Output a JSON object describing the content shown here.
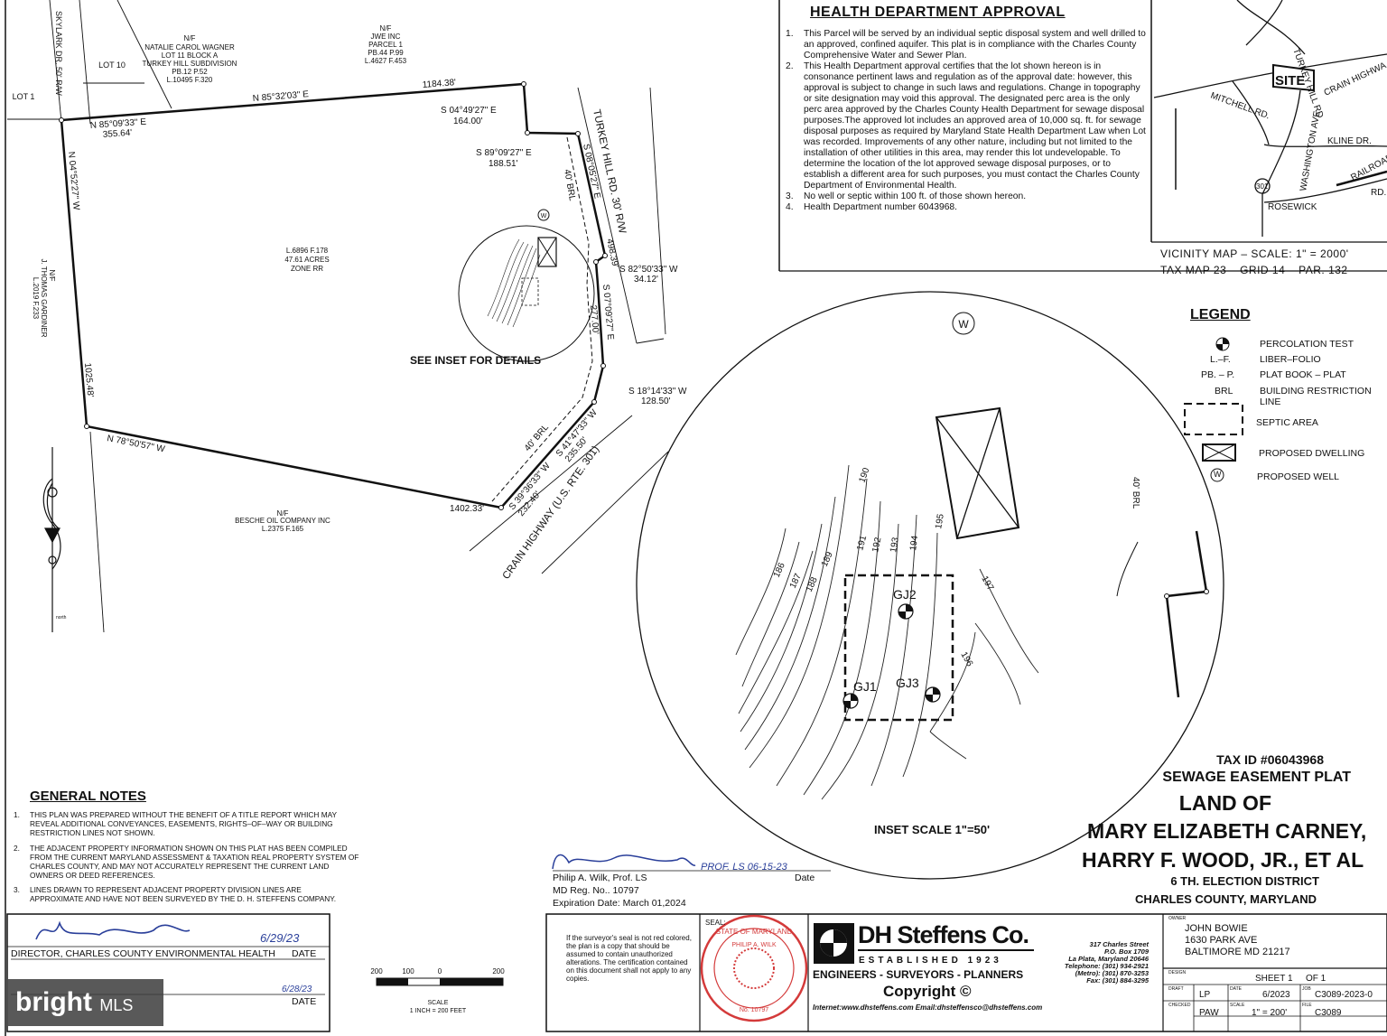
{
  "adjoiners": {
    "lot10": "LOT 10",
    "lot1": "LOT 1",
    "skylark": "SKYLARK DR. 50' R/W",
    "wagner": [
      "N/F",
      "NATALIE CAROL WAGNER",
      "LOT 11 BLOCK A",
      "TURKEY HILL SUBDIVISION",
      "PB.12 P.52",
      "L.10495 F.320"
    ],
    "jwe": [
      "N/F",
      "JWE INC",
      "PARCEL 1",
      "PB.44 P.99",
      "L.4627 F.453"
    ],
    "gardiner": [
      "N/F",
      "J. THOMAS GARDINER",
      "L.2019 F.233"
    ],
    "besche": [
      "N/F",
      "BESCHE OIL COMPANY INC",
      "L.2375 F.165"
    ],
    "parcel": [
      "L.6896 F.178",
      "47.61 ACRES",
      "ZONE RR"
    ]
  },
  "courses": {
    "north1": "N 85°32'03\" E",
    "north1_dist": "1184.38'",
    "north2": "N 85°09'33\" E",
    "north2_dist": "355.64'",
    "west": "N 04°52'27\" W",
    "west_dist": "1025.48'",
    "south": "N 78°50'57\" W",
    "south_dist": "1402.33'",
    "c1": "S 04°49'27\" E",
    "c1_dist": "164.00'",
    "c2": "S 89°09'27\" E",
    "c2_dist": "188.51'",
    "c3": "S 08°05'27\" E",
    "c3_dist": "498.39'",
    "c4": "S 82°50'33\" W",
    "c4_dist": "34.12'",
    "c5": "S 07°09'27\" E",
    "c5_dist": "277.00'",
    "c6": "S 18°14'33\" W",
    "c6_dist": "128.50'",
    "c7": "S 41°47'33\" W",
    "c7_dist": "235.50'",
    "c8": "S 39°36'33\" W",
    "c8_dist": "232.40'",
    "brl": "40' BRL",
    "turkey_hill": "TURKEY HILL RD. 30' R/W",
    "crain": "CRAIN HIGHWAY (U.S. RTE. 301)",
    "see_inset": "SEE INSET FOR DETAILS",
    "gj1": "GJ1",
    "gj2": "GJ2",
    "gj3": "GJ3",
    "well": "W"
  },
  "health": {
    "title": "HEALTH DEPARTMENT APPROVAL",
    "items": [
      {
        "num": "1.",
        "text": "This Parcel will be served by an individual septic disposal system and well drilled to an approved, confined aquifer. This plat is in compliance with the Charles County Comprehensive Water and Sewer Plan."
      },
      {
        "num": "2.",
        "text": "This Health Department approval certifies that the lot shown hereon is in consonance pertinent laws and regulation as of the approval date: however, this approval is subject to change in such laws and regulations. Change in topography or site designation may void this approval. The designated perc area is the only perc area approved by the Charles County Health Department for sewage disposal purposes.The approved lot includes an approved area of 10,000 sq. ft. for sewage disposal purposes as required by Maryland State Health Department Law when Lot was recorded. Improvements of any other nature, including but not limited to the installation of other utilities in this area, may render this lot undevelopable. To determine the location of the lot approved sewage disposal purposes, or to establish a different area for such purposes, you must contact the Charles County Department of Environmental Health."
      },
      {
        "num": "3.",
        "text": "No well or septic within 100 ft. of those shown hereon."
      },
      {
        "num": "4.",
        "text": "Health Department number 6043968."
      }
    ]
  },
  "vicinity": {
    "scale": "VICINITY MAP – SCALE: 1\" = 2000'",
    "tax": "TAX MAP 23 – GRID 14 – PAR. 132",
    "site": "SITE",
    "mitchell": "MITCHELL RD.",
    "kline": "KLINE DR.",
    "washington": "WASHINGTON AVE",
    "crain": "CRAIN HIGHWA",
    "turkey": "TURKEY HILL RD",
    "rosewick": "ROSEWICK",
    "rd": "RD.",
    "railroad": "RAILROAD",
    "route": "301"
  },
  "legend": {
    "title": "LEGEND",
    "items": [
      {
        "sym": "",
        "label": "PERCOLATION TEST"
      },
      {
        "sym": "L.–F.",
        "label": "LIBER–FOLIO"
      },
      {
        "sym": "PB. – P.",
        "label": "PLAT BOOK – PLAT"
      },
      {
        "sym": "BRL",
        "label": "BUILDING RESTRICTION LINE"
      },
      {
        "sym": "",
        "label": "SEPTIC AREA"
      },
      {
        "sym": "",
        "label": "PROPOSED DWELLING"
      },
      {
        "sym": "W",
        "label": "PROPOSED WELL"
      }
    ]
  },
  "inset": {
    "scale": "INSET SCALE 1\"=50'",
    "contours": [
      "186",
      "187",
      "188",
      "189",
      "190",
      "191",
      "192",
      "193",
      "194",
      "195",
      "196",
      "197"
    ]
  },
  "general_notes": {
    "title": "GENERAL NOTES",
    "items": [
      {
        "num": "1.",
        "text": "THIS PLAN WAS PREPARED WITHOUT THE BENEFIT OF A TITLE REPORT WHICH MAY REVEAL ADDITIONAL CONVEYANCES, EASEMENTS, RIGHTS–OF–WAY OR BUILDING RESTRICTION LINES NOT SHOWN."
      },
      {
        "num": "2.",
        "text": "THE ADJACENT PROPERTY INFORMATION SHOWN ON THIS PLAT HAS BEEN COMPILED FROM THE CURRENT MARYLAND ASSESSMENT & TAXATION REAL PROPERTY SYSTEM OF CHARLES COUNTY, AND MAY NOT ACCURATELY REPRESENT THE CURRENT LAND OWNERS OR DEED REFERENCES."
      },
      {
        "num": "3.",
        "text": "LINES DRAWN TO REPRESENT ADJACENT PROPERTY DIVISION LINES ARE APPROXIMATE AND HAVE NOT BEEN SURVEYED BY THE D. H. STEFFENS COMPANY."
      }
    ]
  },
  "title_block": {
    "tax_id": "TAX ID #06043968",
    "plat": "SEWAGE EASEMENT PLAT",
    "land_of": "LAND OF",
    "owner1": "MARY ELIZABETH CARNEY,",
    "owner2": "HARRY F. WOOD, JR., ET AL",
    "district": "6 TH. ELECTION DISTRICT",
    "county": "CHARLES COUNTY, MARYLAND"
  },
  "surveyor": {
    "sig_note": "PROF. LS 06-15-23",
    "name": "Philip A. Wilk, Prof. LS",
    "date_label": "Date",
    "reg": "MD Reg. No.. 10797",
    "exp": "Expiration Date: March 01,2024"
  },
  "director": {
    "date1": "6/29/23",
    "label": "DIRECTOR, CHARLES COUNTY ENVIRONMENTAL HEALTH",
    "date_label": "DATE",
    "date2": "6/28/23",
    "date_label2": "DATE"
  },
  "scale_bar": {
    "ticks": [
      "200",
      "100",
      "0",
      "200"
    ],
    "label": "SCALE",
    "ratio": "1 INCH = 200 FEET"
  },
  "seal_note": "If the surveyor's seal is not red colored, the plan is a copy that should be assumed to contain unauthorized alterations. The certification contained on this document shall not apply to any copies.",
  "seal": {
    "label": "SEAL:",
    "ring": "STATE OF MARYLAND",
    "name": "PHILIP A. WILK",
    "no": "No. 10797"
  },
  "firm": {
    "name": "DH Steffens Co.",
    "established": "ESTABLISHED 1923",
    "tagline": "ENGINEERS - SURVEYORS - PLANNERS",
    "copyright": "Copyright ©",
    "web": "Internet:www.dhsteffens.com    Email:dhsteffensco@dhsteffens.com",
    "addr": [
      "317 Charles Street",
      "P.O. Box 1709",
      "La Plata, Maryland 20646",
      "Telephone: (301) 934-2921",
      "(Metro): (301) 870-3253",
      "Fax: (301) 884-3295"
    ]
  },
  "owner_block": {
    "label": "OWNER",
    "lines": [
      "JOHN BOWIE",
      "1630 PARK AVE",
      "BALTIMORE MD 21217"
    ]
  },
  "sheet": {
    "design_label": "DESIGN",
    "sheet": "SHEET 1",
    "of": "OF 1",
    "draft_label": "DRAFT",
    "draft": "LP",
    "date_label": "DATE",
    "date": "6/2023",
    "job_label": "JOB",
    "job": "C3089-2023-0",
    "checked_label": "CHECKED",
    "checked": "PAW",
    "scale_label": "SCALE",
    "scale": "1\" = 200'",
    "file_label": "FILE",
    "file": "C3089"
  },
  "watermark": {
    "brand": "bright",
    "mls": "MLS"
  },
  "north_arrow_label": "north",
  "colors": {
    "ink": "#111111",
    "seal_red": "#d43a3a",
    "sig_blue": "#2a3f9a"
  }
}
